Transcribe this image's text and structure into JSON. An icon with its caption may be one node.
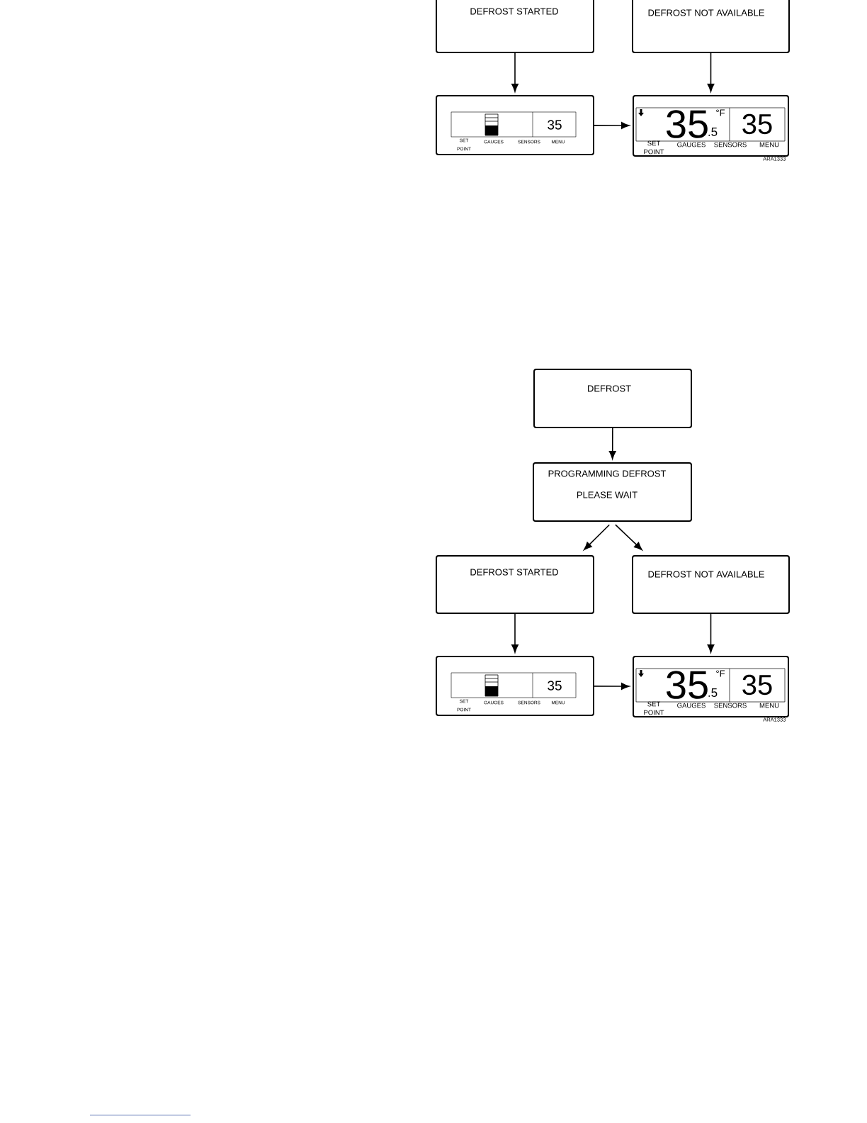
{
  "diagram": {
    "nodes": [
      {
        "text": [
          "DEFROST STARTED"
        ]
      },
      {
        "text": [
          "DEFROST NOT AVAILABLE"
        ]
      },
      {
        "text": [
          "35",
          "SET POINT",
          "GAUGES",
          "SENSORS",
          "MENU"
        ]
      },
      {
        "text": [
          "35",
          ".5",
          "°F",
          "35",
          "SET POINT",
          "GAUGES",
          "SENSORS",
          "MENU"
        ]
      },
      {
        "text": [
          "DEFROST"
        ]
      },
      {
        "text": [
          "PROGRAMMING DEFROST",
          "PLEASE WAIT"
        ]
      },
      {
        "text": [
          "DEFROST STARTED"
        ]
      },
      {
        "text": [
          "DEFROST NOT AVAILABLE"
        ]
      },
      {
        "text": [
          "35",
          "SET POINT",
          "GAUGES",
          "SENSORS",
          "MENU"
        ]
      },
      {
        "text": [
          "35",
          ".5",
          "°F",
          "35",
          "SET POINT",
          "GAUGES",
          "SENSORS",
          "MENU"
        ]
      }
    ],
    "edges": [
      {
        "from": 0,
        "to": 2,
        "arrow": "to"
      },
      {
        "from": 1,
        "to": 3,
        "arrow": "to"
      },
      {
        "from": 2,
        "to": 3,
        "arrow": "to"
      },
      {
        "from": 4,
        "to": 5,
        "arrow": "to"
      },
      {
        "from": 5,
        "to": 6,
        "arrow": "to"
      },
      {
        "from": 5,
        "to": 7,
        "arrow": "to"
      },
      {
        "from": 6,
        "to": 8,
        "arrow": "to"
      },
      {
        "from": 7,
        "to": 9,
        "arrow": "to"
      },
      {
        "from": 8,
        "to": 9,
        "arrow": "to"
      }
    ],
    "labels": [
      "ARA1333",
      "ARA1333"
    ]
  }
}
